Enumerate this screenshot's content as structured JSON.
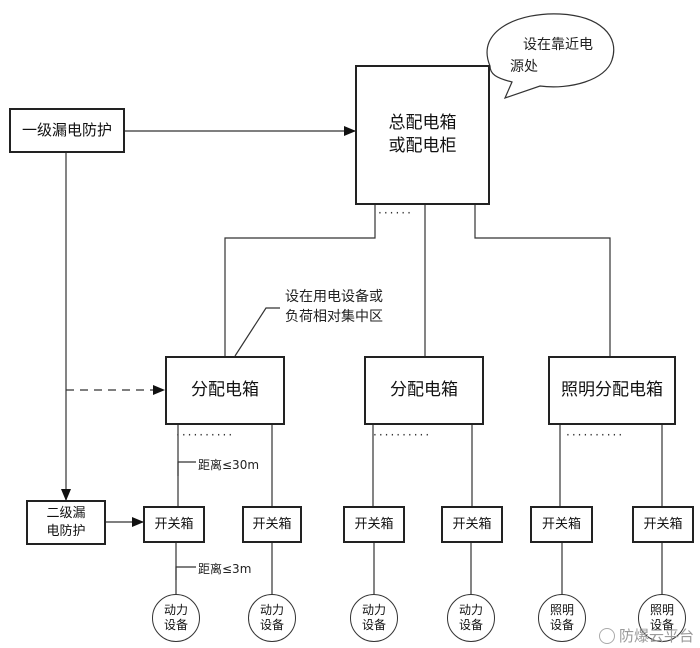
{
  "nodes": {
    "primary_protection": "一级漏电防护",
    "main_box_line1": "总配电箱",
    "main_box_line2": "或配电柜",
    "callout_line1": "设在靠近电",
    "callout_line2": "源处",
    "dist_box_1": "分配电箱",
    "dist_box_2": "分配电箱",
    "lighting_dist_box": "照明分配电箱",
    "secondary_protection_line1": "二级漏",
    "secondary_protection_line2": "电防护",
    "switch_boxes": [
      "开关箱",
      "开关箱",
      "开关箱",
      "开关箱",
      "开关箱",
      "开关箱"
    ],
    "devices": [
      {
        "line1": "动力",
        "line2": "设备"
      },
      {
        "line1": "动力",
        "line2": "设备"
      },
      {
        "line1": "动力",
        "line2": "设备"
      },
      {
        "line1": "动力",
        "line2": "设备"
      },
      {
        "line1": "照明",
        "line2": "设备"
      },
      {
        "line1": "照明",
        "line2": "设备"
      }
    ]
  },
  "notes": {
    "load_center_line1": "设在用电设备或",
    "load_center_line2": "负荷相对集中区",
    "distance_30": "距离≤30m",
    "distance_3": "距离≤3m",
    "ellipsis": "······"
  },
  "watermark": "防爆云平台"
}
